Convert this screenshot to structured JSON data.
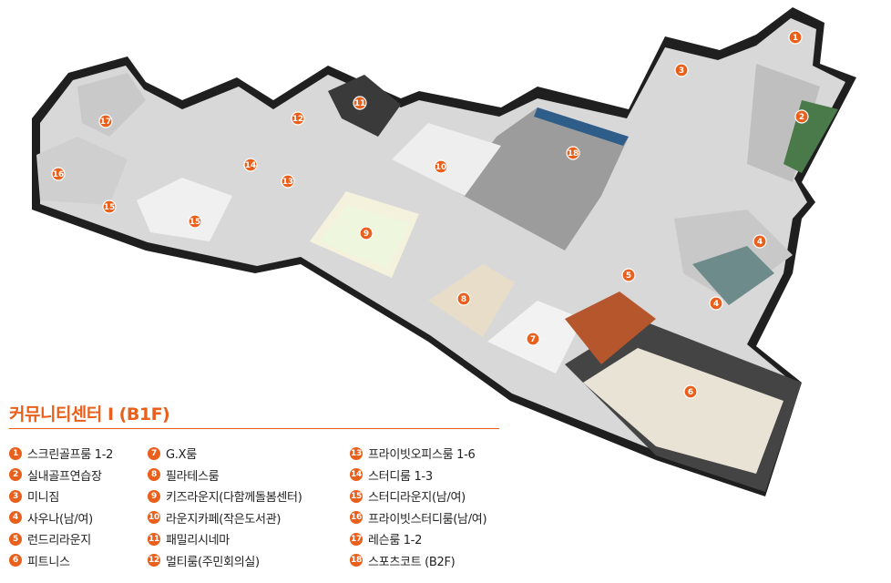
{
  "title": "커뮤니티센터 I (B1F)",
  "colors": {
    "accent": "#e8601c",
    "floor": "#d6d6d6",
    "wall": "#1f1f1f"
  },
  "legend": [
    {
      "num": "1",
      "label": "스크린골프룸 1-2"
    },
    {
      "num": "2",
      "label": "실내골프연습장"
    },
    {
      "num": "3",
      "label": "미니짐"
    },
    {
      "num": "4",
      "label": "사우나(남/여)"
    },
    {
      "num": "5",
      "label": "런드리라운지"
    },
    {
      "num": "6",
      "label": "피트니스"
    },
    {
      "num": "7",
      "label": "G.X룸"
    },
    {
      "num": "8",
      "label": "필라테스룸"
    },
    {
      "num": "9",
      "label": "키즈라운지(다함께돌봄센터)"
    },
    {
      "num": "10",
      "label": "라운지카페(작은도서관)"
    },
    {
      "num": "11",
      "label": "패밀리시네마"
    },
    {
      "num": "12",
      "label": "멀티룸(주민회의실)"
    },
    {
      "num": "13",
      "label": "프라이빗오피스룸 1-6"
    },
    {
      "num": "14",
      "label": "스터디룸 1-3"
    },
    {
      "num": "15",
      "label": "스터디라운지(남/여)"
    },
    {
      "num": "16",
      "label": "프라이빗스터디룸(남/여)"
    },
    {
      "num": "17",
      "label": "레슨룸 1-2"
    },
    {
      "num": "18",
      "label": "스포츠코트 (B2F)"
    }
  ],
  "markers": [
    "1",
    "2",
    "3",
    "4",
    "4",
    "5",
    "6",
    "7",
    "8",
    "9",
    "10",
    "11",
    "12",
    "13",
    "14",
    "15",
    "15",
    "16",
    "17",
    "18"
  ]
}
